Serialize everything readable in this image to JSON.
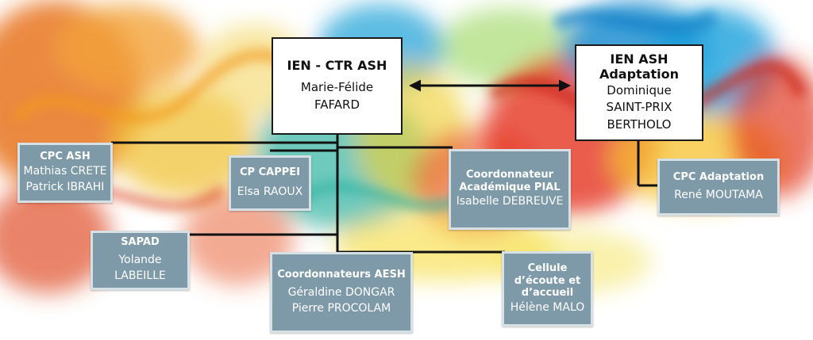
{
  "colors": {
    "accent_box": "#7e9aa9",
    "line": "#111111"
  },
  "nodes": {
    "ien_ctr": {
      "title": "IEN - CTR ASH",
      "names": [
        "Marie-Félide",
        "FAFARD"
      ]
    },
    "ien_adapt": {
      "title_lines": [
        "IEN ASH",
        "Adaptation"
      ],
      "names": [
        "Dominique",
        "SAINT-PRIX",
        "BERTHOLO"
      ]
    },
    "cpc_ash": {
      "title": "CPC ASH",
      "names": [
        "Mathias CRETE",
        "Patrick IBRAHI"
      ]
    },
    "cp_cappei": {
      "title": "CP CAPPEI",
      "names": [
        "Elsa RAOUX"
      ]
    },
    "coord_pial": {
      "title_lines": [
        "Coordonnateur",
        "Académique PIAL"
      ],
      "names": [
        "Isabelle DEBREUVE"
      ]
    },
    "cpc_adapt": {
      "title": "CPC Adaptation",
      "names": [
        "René MOUTAMA"
      ]
    },
    "sapad": {
      "title": "SAPAD",
      "names": [
        "Yolande",
        "LABEILLE"
      ]
    },
    "coord_aesh": {
      "title": "Coordonnateurs AESH",
      "names": [
        "Géraldine DONGAR",
        "Pierre PROCOLAM"
      ]
    },
    "cellule": {
      "title_lines": [
        "Cellule",
        "d’écoute et",
        "d’accueil"
      ],
      "names": [
        "Hélène MALO"
      ]
    }
  }
}
